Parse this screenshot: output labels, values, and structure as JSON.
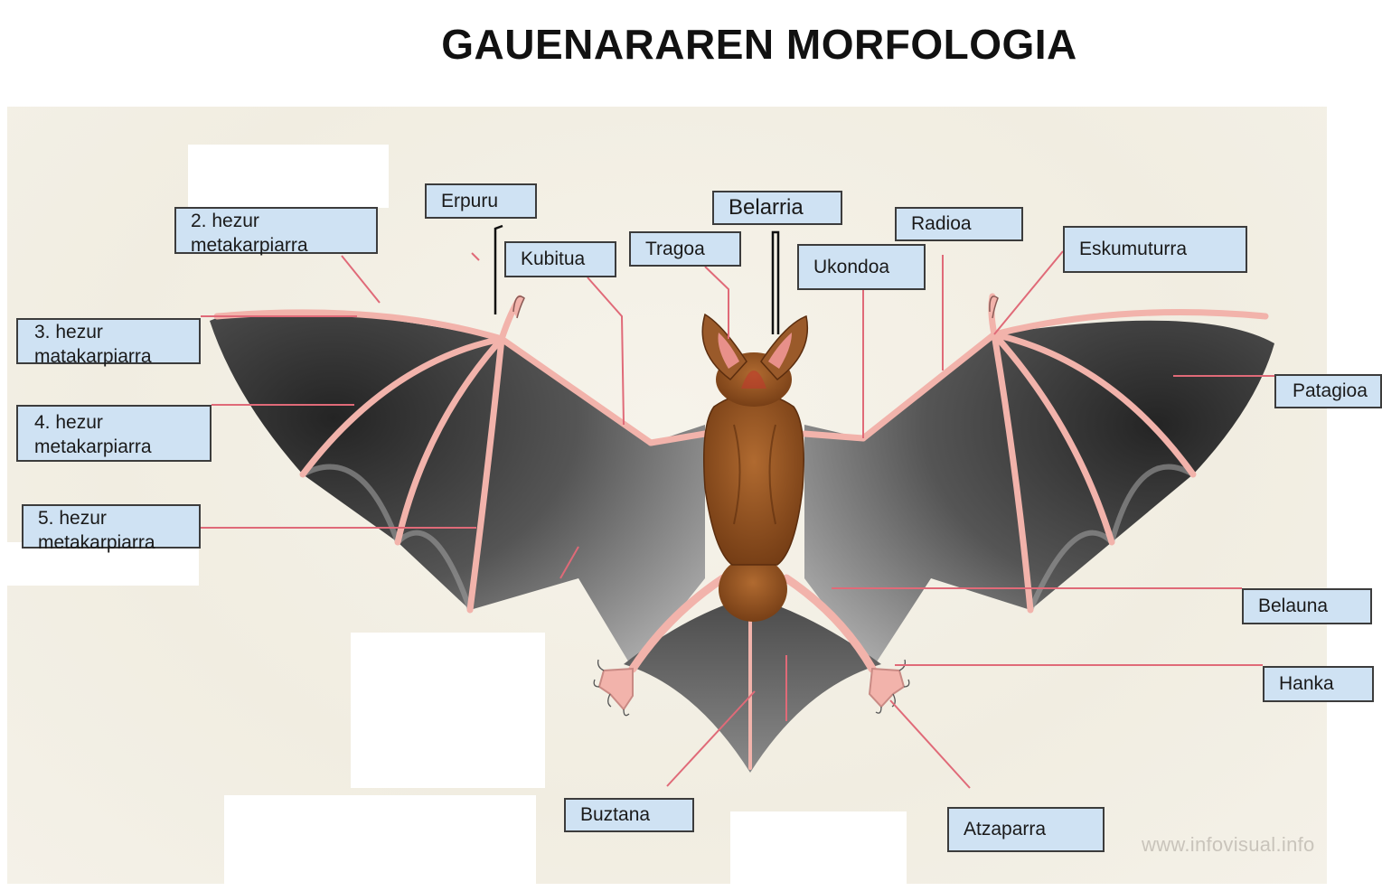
{
  "title": "GAUENARAREN MORFOLOGIA",
  "labels": {
    "metacarpal_2": "2. hezur metakarpiarra",
    "metacarpal_3": "3. hezur matakarpiarra",
    "metacarpal_4": "4. hezur metakarpiarra",
    "metacarpal_5": "5. hezur metakarpiarra",
    "thumb": "Erpuru",
    "ulna": "Kubitua",
    "tragus": "Tragoa",
    "ear": "Belarria",
    "elbow": "Ukondoa",
    "radius": "Radioa",
    "wrist": "Eskumuturra",
    "patagium": "Patagioa",
    "knee": "Belauna",
    "leg": "Hanka",
    "tail": "Buztana",
    "claw": "Atzaparra"
  },
  "watermark": "www.infovisual.info",
  "colors": {
    "label_fill": "#cfe2f3",
    "label_border": "#3c3c3c",
    "leader_line": "#e06a78",
    "bone": "#f2b3ab",
    "membrane_dark": "#2b2b2b",
    "membrane_light": "#9a9a9a",
    "body": "#8b4a1c"
  }
}
